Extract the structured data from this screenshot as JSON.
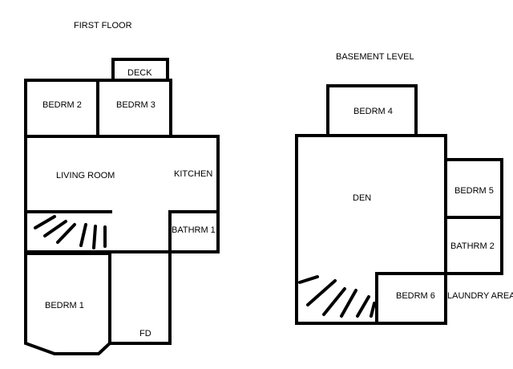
{
  "first_floor": {
    "title": "FIRST FLOOR",
    "rooms": {
      "deck": "DECK",
      "bedroom_2": "BEDRM 2",
      "bedroom_3": "BEDRM 3",
      "living_room": "LIVING ROOM",
      "kitchen": "KITCHEN",
      "bathroom_1": "BATHRM 1",
      "bedroom_1": "BEDRM 1",
      "front_door": "FD"
    }
  },
  "basement": {
    "title": "BASEMENT LEVEL",
    "rooms": {
      "bedroom_4": "BEDRM 4",
      "den": "DEN",
      "bedroom_5": "BEDRM 5",
      "bathroom_2": "BATHRM 2",
      "bedroom_6": "BEDRM 6",
      "laundry_area": "LAUNDRY AREA"
    }
  }
}
